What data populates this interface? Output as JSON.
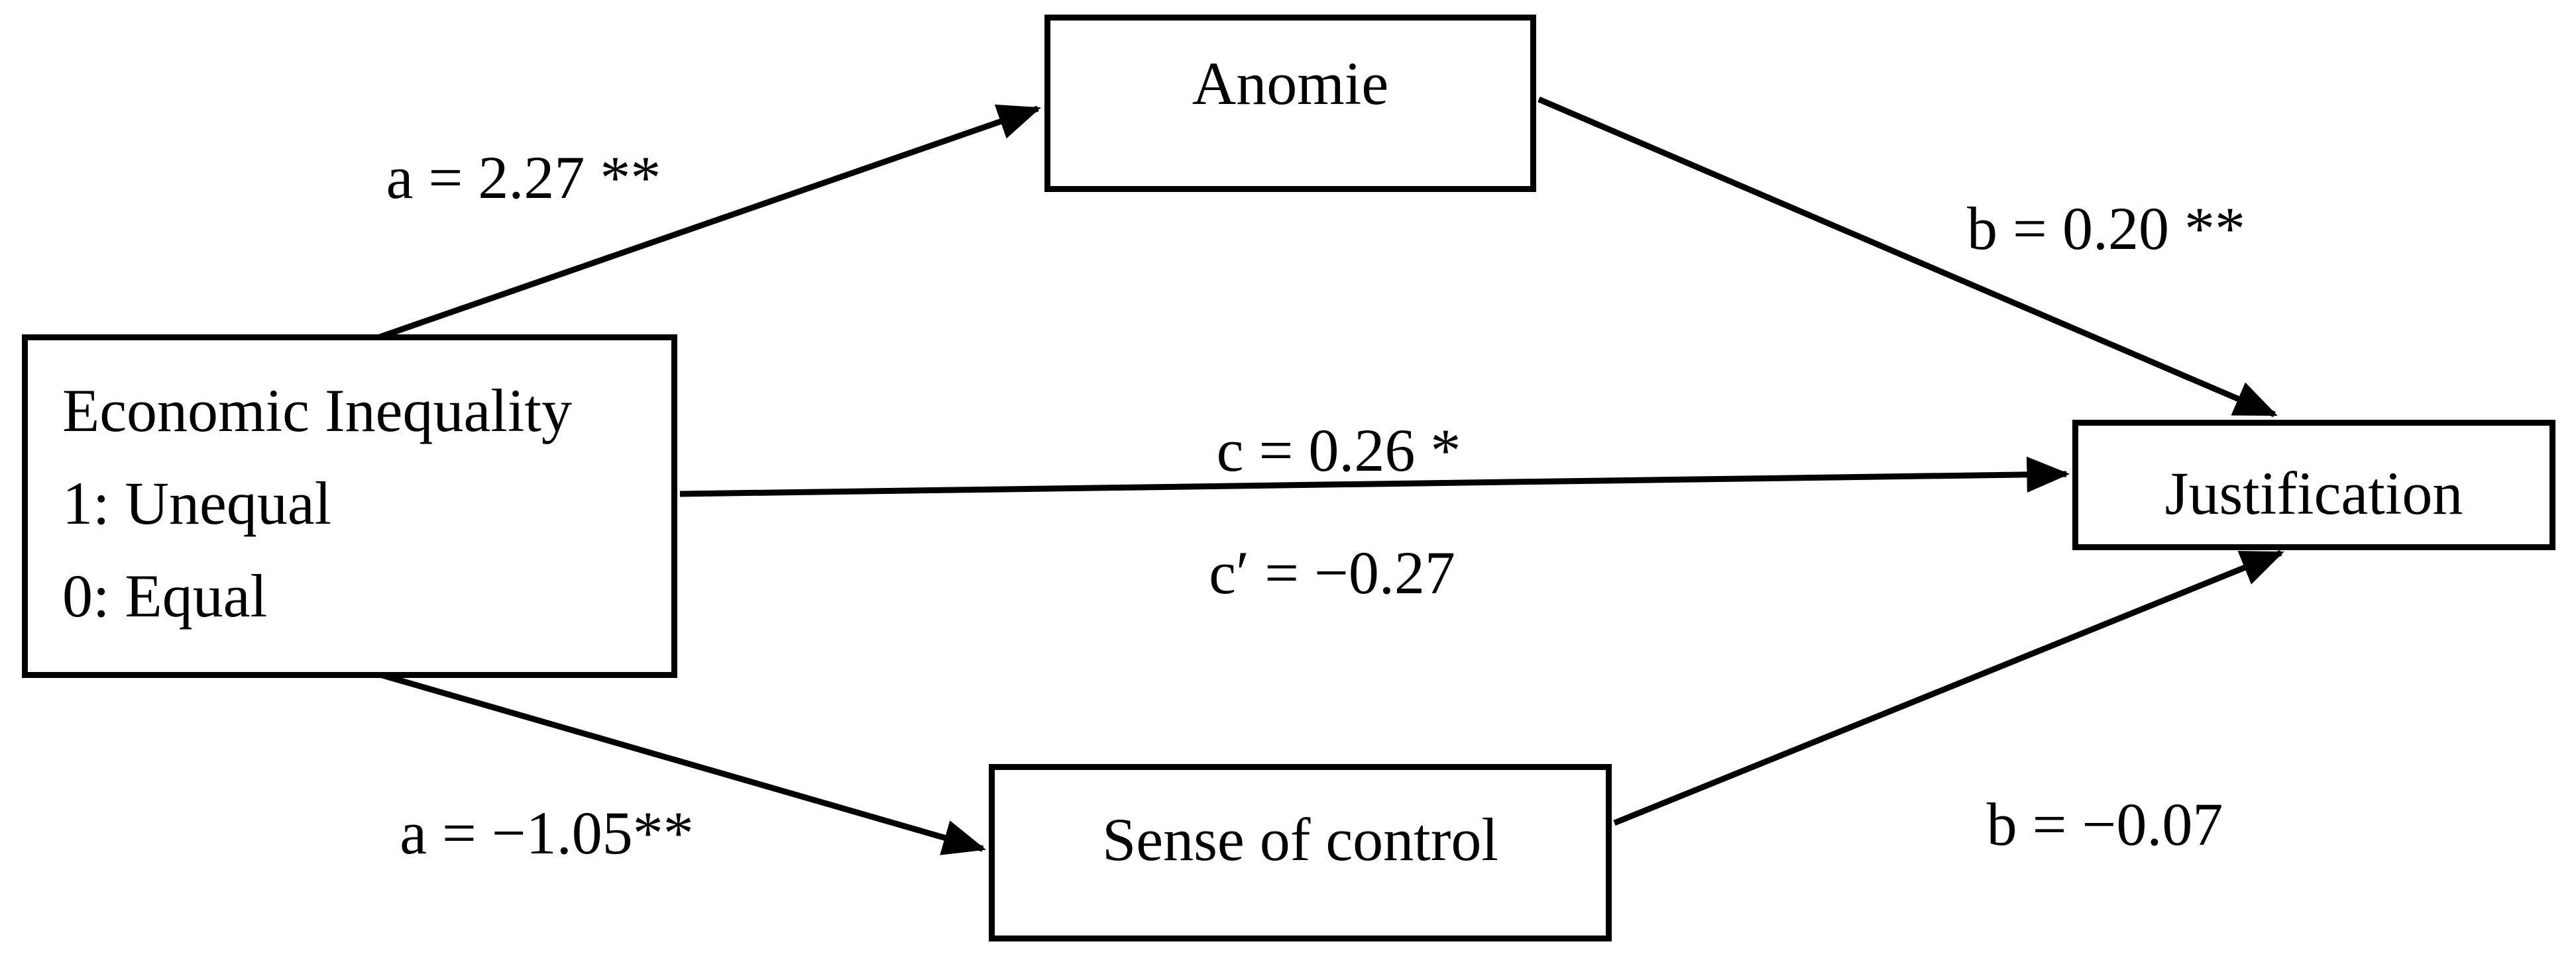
{
  "diagram": {
    "type": "mediation-path-model",
    "colors": {
      "background": "#ffffff",
      "line": "#000000",
      "text": "#000000"
    },
    "boxes": {
      "economic_inequality": {
        "lines": [
          "Economic Inequality",
          "1: Unequal",
          "0: Equal"
        ]
      },
      "anomie": {
        "label": "Anomie"
      },
      "justification": {
        "label": "Justification"
      },
      "sense_of_control": {
        "label": "Sense of control"
      }
    },
    "path_labels": {
      "a_top": "a = 2.27 **",
      "b_top": "b = 0.20 **",
      "c": "c = 0.26 *",
      "c_prime": "c′ = −0.27",
      "a_bottom": "a = −1.05**",
      "b_bottom": "b = −0.07"
    }
  }
}
